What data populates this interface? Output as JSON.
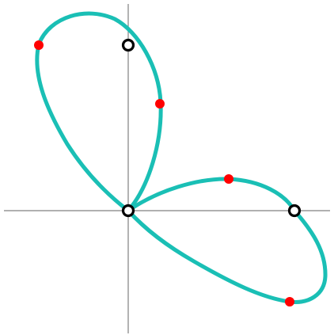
{
  "diagram": {
    "colors": {
      "background": "#ffffff",
      "axis": "#808080",
      "curve": "#1ABFB5",
      "red_point": "#FF0000",
      "ring_stroke": "#000000",
      "ring_fill": "#ffffff"
    },
    "shapes": [
      {
        "name": "x-axis-line"
      },
      {
        "name": "y-axis-line"
      },
      {
        "name": "upper-loop-curve"
      },
      {
        "name": "right-loop-curve"
      }
    ],
    "points": [
      {
        "name": "red-point-upper-left",
        "kind": "red"
      },
      {
        "name": "red-point-upper-mid",
        "kind": "red"
      },
      {
        "name": "red-point-right-top",
        "kind": "red"
      },
      {
        "name": "red-point-right-bottom",
        "kind": "red"
      },
      {
        "name": "ring-point-origin",
        "kind": "ring"
      },
      {
        "name": "ring-point-y-axis",
        "kind": "ring"
      },
      {
        "name": "ring-point-x-axis",
        "kind": "ring"
      }
    ]
  }
}
